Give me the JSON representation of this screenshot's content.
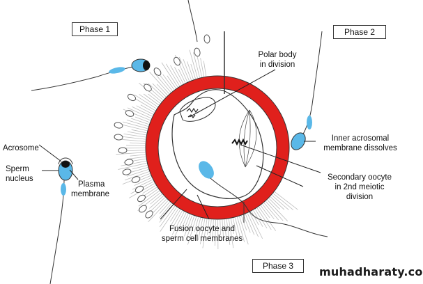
{
  "phases": {
    "phase1": "Phase 1",
    "phase2": "Phase 2",
    "phase3": "Phase 3"
  },
  "labels": {
    "polar_body_l1": "Polar body",
    "polar_body_l2": "in division",
    "inner_acrosomal_l1": "Inner acrosomal",
    "inner_acrosomal_l2": "membrane dissolves",
    "secondary_oocyte_l1": "Secondary oocyte",
    "secondary_oocyte_l2": "in 2nd meiotic",
    "secondary_oocyte_l3": "division",
    "fusion_l1": "Fusion oocyte and",
    "fusion_l2": "sperm cell membranes",
    "acrosome": "Acrosome",
    "sperm_nucleus_l1": "Sperm",
    "sperm_nucleus_l2": "nucleus",
    "plasma_membrane_l1": "Plasma",
    "plasma_membrane_l2": "membrane"
  },
  "watermark": "muhadharaty.com",
  "colors": {
    "zona_red": "#e0201c",
    "sperm_blue": "#5ab8e8",
    "line": "#222222"
  }
}
